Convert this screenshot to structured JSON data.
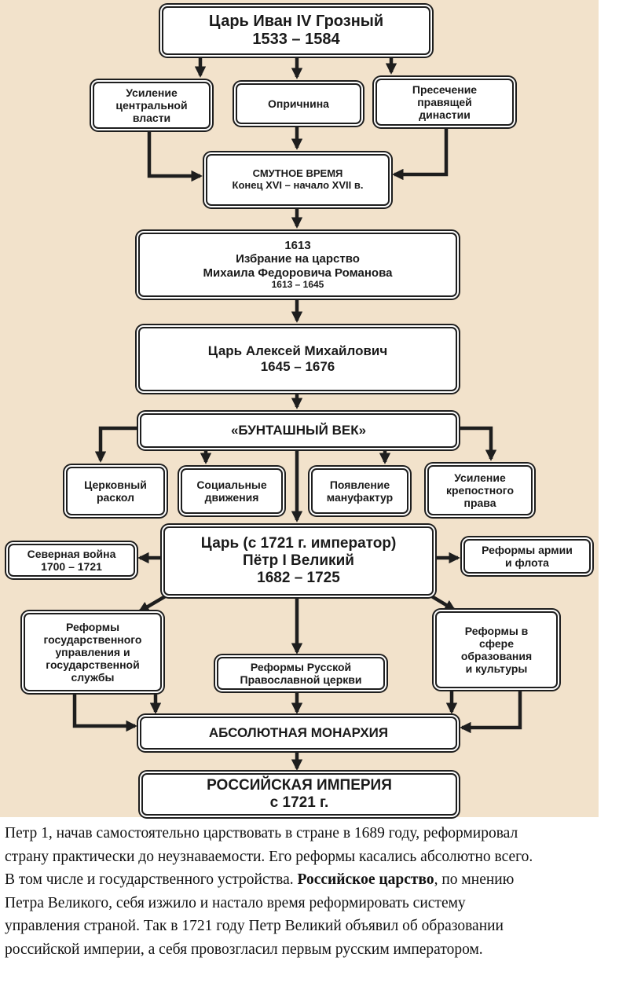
{
  "diagram": {
    "ivan": {
      "line1": "Царь Иван IV Грозный",
      "line2": "1533 – 1584"
    },
    "centralization": {
      "line1": "Усиление",
      "line2": "центральной",
      "line3": "власти"
    },
    "oprichnina": {
      "label": "Опричнина"
    },
    "dynasty_end": {
      "line1": "Пресечение",
      "line2": "правящей",
      "line3": "династии"
    },
    "troubles": {
      "line1": "СМУТНОЕ ВРЕМЯ",
      "line2": "Конец XVI – начало XVII в."
    },
    "mikhail": {
      "line1": "1613",
      "line2": "Избрание на царство",
      "line3": "Михаила Федоровича Романова",
      "line4": "1613 – 1645"
    },
    "alexei": {
      "line1": "Царь Алексей Михайлович",
      "line2": "1645 – 1676"
    },
    "rebellious_age": {
      "label": "«БУНТАШНЫЙ ВЕК»"
    },
    "schism": {
      "line1": "Церковный",
      "line2": "раскол"
    },
    "social": {
      "line1": "Социальные",
      "line2": "движения"
    },
    "manufactories": {
      "line1": "Появление",
      "line2": "мануфактур"
    },
    "serfdom": {
      "line1": "Усиление",
      "line2": "крепостного",
      "line3": "права"
    },
    "peter": {
      "line1": "Царь (с 1721 г. император)",
      "line2": "Пётр I Великий",
      "line3": "1682 – 1725"
    },
    "northern_war": {
      "line1": "Северная война",
      "line2": "1700 – 1721"
    },
    "army_reforms": {
      "line1": "Реформы армии",
      "line2": "и флота"
    },
    "state_reforms": {
      "line1": "Реформы",
      "line2": "государственного",
      "line3": "управления и",
      "line4": "государственной",
      "line5": "службы"
    },
    "church_reforms": {
      "line1": "Реформы Русской",
      "line2": "Православной церкви"
    },
    "education_reforms": {
      "line1": "Реформы в",
      "line2": "сфере",
      "line3": "образования",
      "line4": "и культуры"
    },
    "absolutism": {
      "label": "АБСОЛЮТНАЯ МОНАРХИЯ"
    },
    "empire": {
      "line1": "РОССИЙСКАЯ ИМПЕРИЯ",
      "line2": "с 1721 г."
    }
  },
  "colors": {
    "background": "#f2e2cb",
    "box_fill": "#ffffff",
    "ink": "#1e1e1e"
  },
  "caption": {
    "line1": "Петр 1, начав самостоятельно царствовать в стране в 1689 году, реформировал",
    "line2": "страну практически до неузнаваемости. Его реформы касались абсолютно всего.",
    "line3_start": "В том числе и государственного устройства. ",
    "line3_bold": "Российское царство",
    "line3_end": ", по мнению",
    "line4": "Петра Великого, себя изжило и настало время реформировать систему",
    "line5": "управления страной. Так в 1721 году Петр Великий объявил об образовании",
    "line6": "российской империи, а себя провозгласил первым русским императором."
  }
}
